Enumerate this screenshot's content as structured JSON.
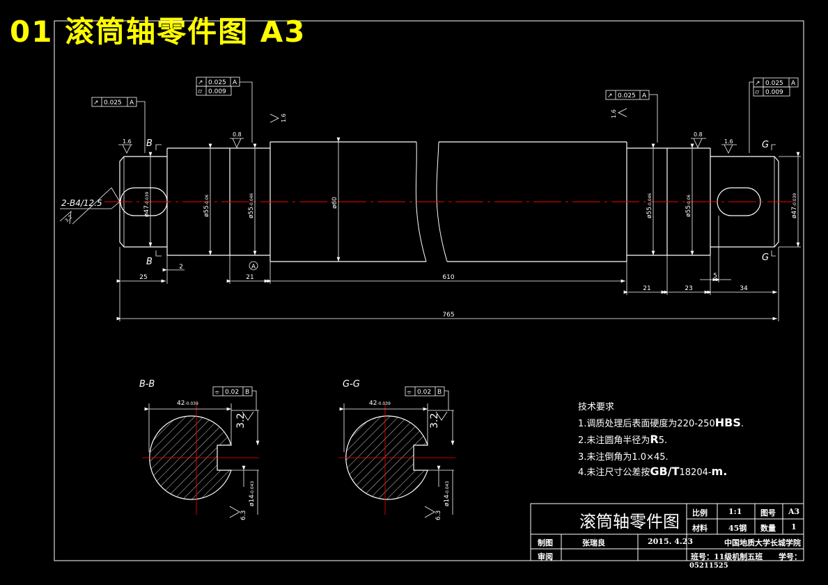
{
  "header": {
    "title": "01  滚筒轴零件图  A3"
  },
  "dims": {
    "d25": "25",
    "d2": "2",
    "d21a": "21",
    "d610": "610",
    "d21b": "21",
    "d23": "23",
    "d5": "5",
    "d34": "34",
    "d765": "765",
    "phi47l": "ø47",
    "phi47l_tol": "-0.039",
    "phi55a": "ø55",
    "phi55a_tol": "-0.06",
    "phi55b": "ø55",
    "phi55b_tol": "-0.046",
    "phi60": "ø60",
    "phi55c": "ø55",
    "phi55c_tol": "-0.046",
    "phi55d": "ø55",
    "phi55d_tol": "-0.06",
    "phi47r": "ø47",
    "phi47r_tol": "-0.039",
    "centerhole": "2-B4/12.5",
    "centerhole_r": "3.2",
    "sec_key": "42",
    "sec_key_tol": "-0.039",
    "sec_dia": "ø14",
    "sec_dia_tol": "-0.043",
    "sec_rough": "3.2",
    "sec_rough2": "6.3",
    "datum": "A"
  },
  "tolerances": {
    "runout": "0.025",
    "cyl": "0.009",
    "sym": "0.02",
    "datum_a": "A",
    "datum_b": "B"
  },
  "roughness": {
    "r16": "1.6",
    "r08": "0.8"
  },
  "sections": {
    "label_b": "B",
    "label_g": "G",
    "bb": "B-B",
    "gg": "G-G"
  },
  "tech_req": {
    "title": "技术要求",
    "l1": "1.调质处理后表面硬度为220-250",
    "l1b": "HBS",
    "l2": "2.未注圆角半径为",
    "l2b": "R",
    "l2c": "5.",
    "l3": "3.未注倒角为1.0×45.",
    "l4": "4.未注尺寸公差按",
    "l4b": "GB/T",
    "l4c": "18204-",
    "l4d": "m."
  },
  "title_block": {
    "part_name": "滚筒轴零件图",
    "scale_label": "比例",
    "scale_value": "1:1",
    "drawing_no_label": "图号",
    "drawing_no_value": "A3",
    "material_label": "材料",
    "material_value": "45钢",
    "qty_label": "数量",
    "qty_value": "1",
    "drawn_label": "制图",
    "drawn_name": "张瑞良",
    "date": "2015. 4.23",
    "school": "中国地质大学长城学院",
    "check_label": "审阅",
    "class_info": "班号：11级机制五班",
    "student_no_label": "学号：",
    "student_no": "05211525"
  },
  "colors": {
    "line": "#ffffff",
    "center": "#ff0000",
    "title": "#ffff00",
    "accent": "#00ff00"
  }
}
